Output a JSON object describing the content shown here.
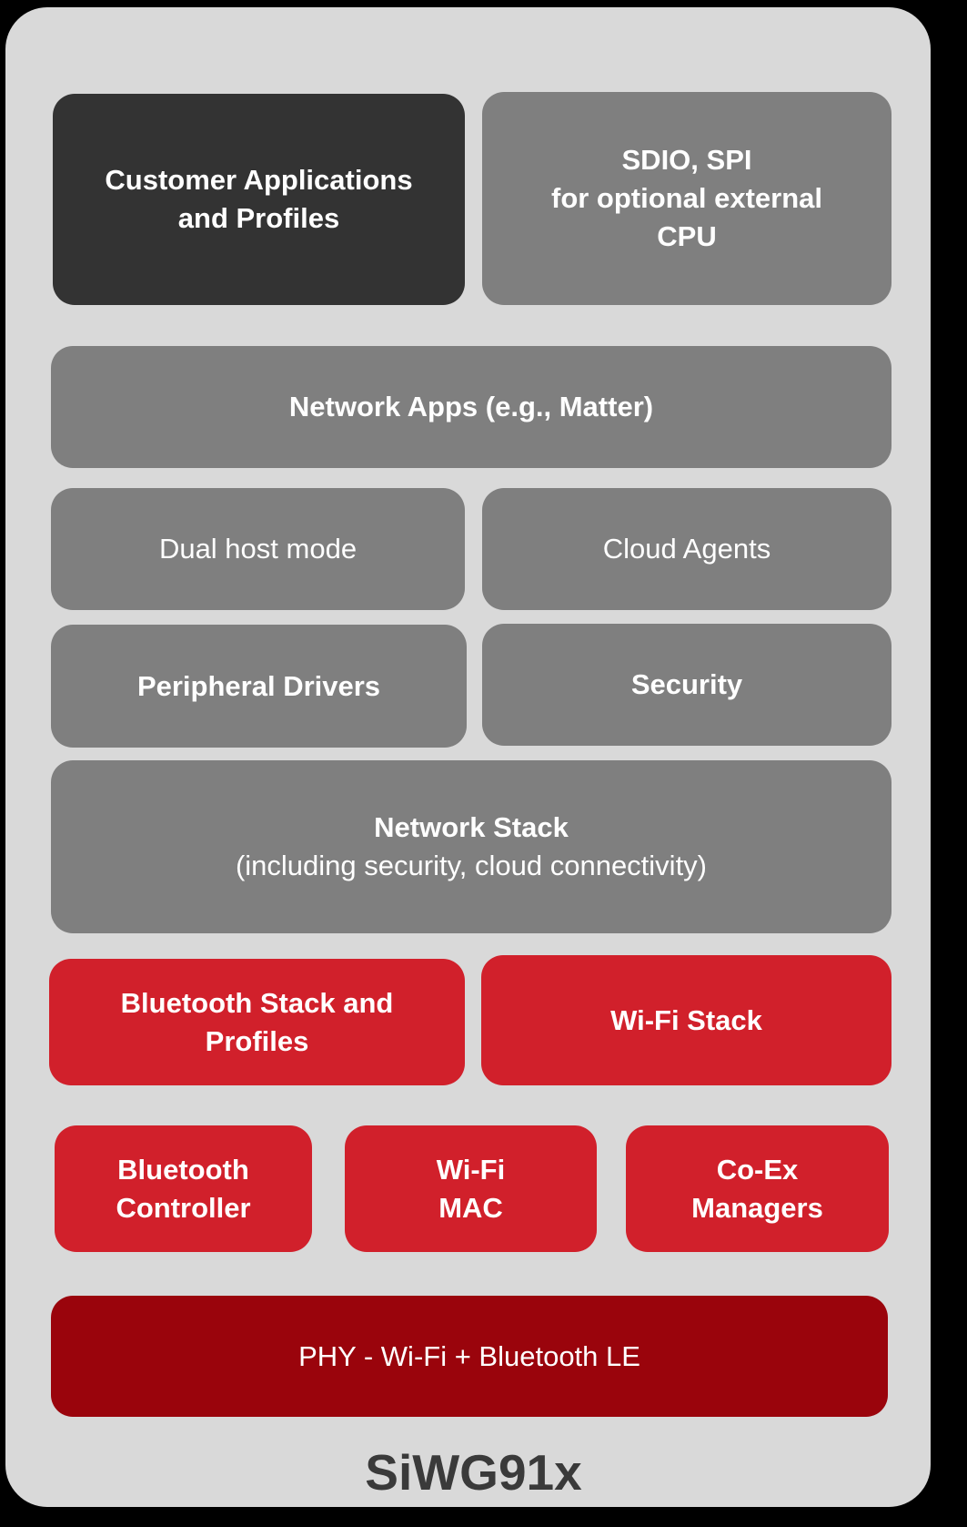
{
  "diagram": {
    "title": "SiWG91x",
    "colors": {
      "background": "#000000",
      "panel": "#d9d9d9",
      "charcoal_block": "#333333",
      "gray_block": "#7f7f7f",
      "red_block": "#d1202b",
      "dark_red_block": "#9a040c",
      "block_text": "#ffffff",
      "footer_text": "#3a3a3a"
    },
    "blocks": {
      "customer_apps": {
        "line1": "Customer Applications",
        "line2": "and Profiles"
      },
      "sdio_spi": {
        "line1": "SDIO, SPI",
        "line2": "for optional external",
        "line3": "CPU"
      },
      "network_apps": {
        "line1": "Network Apps (e.g., Matter)"
      },
      "dual_host": {
        "line1": "Dual host mode"
      },
      "cloud_agents": {
        "line1": "Cloud Agents"
      },
      "peripheral_drivers": {
        "line1": "Peripheral Drivers"
      },
      "security": {
        "line1": "Security"
      },
      "network_stack": {
        "line1": "Network Stack",
        "line2": "(including security, cloud connectivity)"
      },
      "bluetooth_stack": {
        "line1": "Bluetooth Stack and",
        "line2": "Profiles"
      },
      "wifi_stack": {
        "line1": "Wi-Fi Stack"
      },
      "bluetooth_controller": {
        "line1": "Bluetooth",
        "line2": "Controller"
      },
      "wifi_mac": {
        "line1": "Wi-Fi",
        "line2": "MAC"
      },
      "coex_managers": {
        "line1": "Co-Ex",
        "line2": "Managers"
      },
      "phy": {
        "line1": "PHY - Wi-Fi + Bluetooth LE"
      }
    },
    "footer": {
      "chip_name": "SiWG91x"
    }
  }
}
